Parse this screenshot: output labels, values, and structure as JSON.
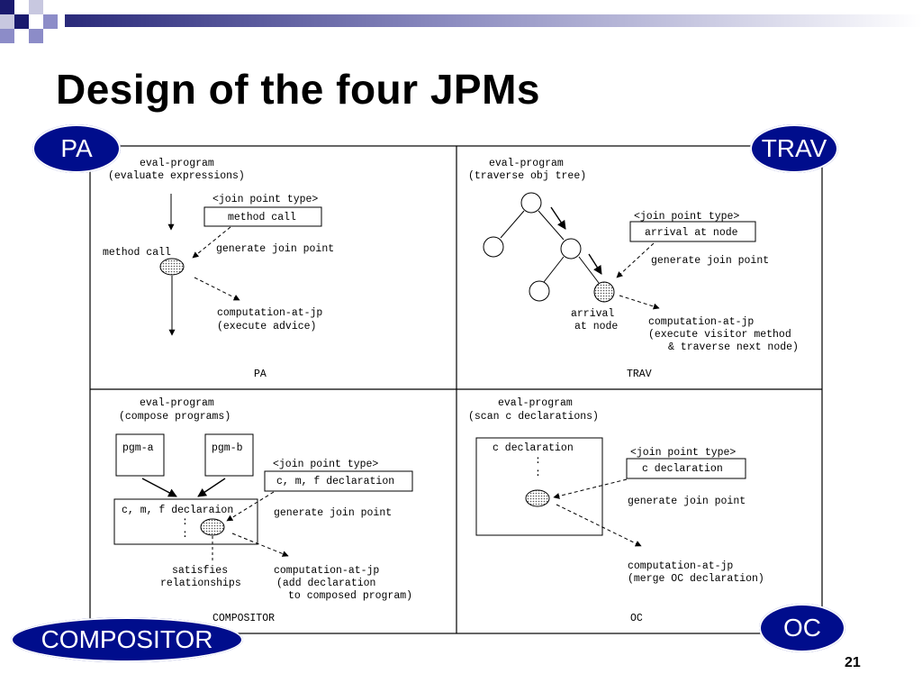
{
  "slide": {
    "title": "Design of the four JPMs",
    "page_number": "21"
  },
  "badges": {
    "pa": "PA",
    "trav": "TRAV",
    "compositor": "COMPOSITOR",
    "oc": "OC"
  },
  "colors": {
    "badge_fill": "#000d8c",
    "badge_text": "#ffffff",
    "deco_dark": "#1a1a6e",
    "deco_light": "#8c8cc8"
  },
  "panels": {
    "pa": {
      "caption": "PA",
      "eval_line1": "eval-program",
      "eval_line2": "(evaluate expressions)",
      "jp_type_label": "<join point type>",
      "jp_type_value": "method call",
      "node_label": "method call",
      "generate": "generate join point",
      "comp_line1": "computation-at-jp",
      "comp_line2": "(execute advice)"
    },
    "trav": {
      "caption": "TRAV",
      "eval_line1": "eval-program",
      "eval_line2": "(traverse obj tree)",
      "jp_type_label": "<join point type>",
      "jp_type_value": "arrival at node",
      "generate": "generate join point",
      "node_line1": "arrival",
      "node_line2": "at node",
      "comp_line1": "computation-at-jp",
      "comp_line2": "(execute visitor method",
      "comp_line3": "& traverse next node)"
    },
    "compositor": {
      "caption": "COMPOSITOR",
      "eval_line1": "eval-program",
      "eval_line2": "(compose programs)",
      "pgm_a": "pgm-a",
      "pgm_b": "pgm-b",
      "jp_type_label": "<join point type>",
      "jp_type_value": "c, m, f declaration",
      "decl_box": "c, m, f declaraion",
      "dots": ":",
      "generate": "generate join point",
      "sat_line1": "satisfies",
      "sat_line2": "relationships",
      "comp_line1": "computation-at-jp",
      "comp_line2": "(add declaration",
      "comp_line3": "to composed program)"
    },
    "oc": {
      "caption": "OC",
      "eval_line1": "eval-program",
      "eval_line2": "(scan c declarations)",
      "decl_box": "c declaration",
      "dots": ":",
      "jp_type_label": "<join point type>",
      "jp_type_value": "c declaration",
      "generate": "generate join point",
      "comp_line1": "computation-at-jp",
      "comp_line2": "(merge OC declaration)"
    }
  }
}
